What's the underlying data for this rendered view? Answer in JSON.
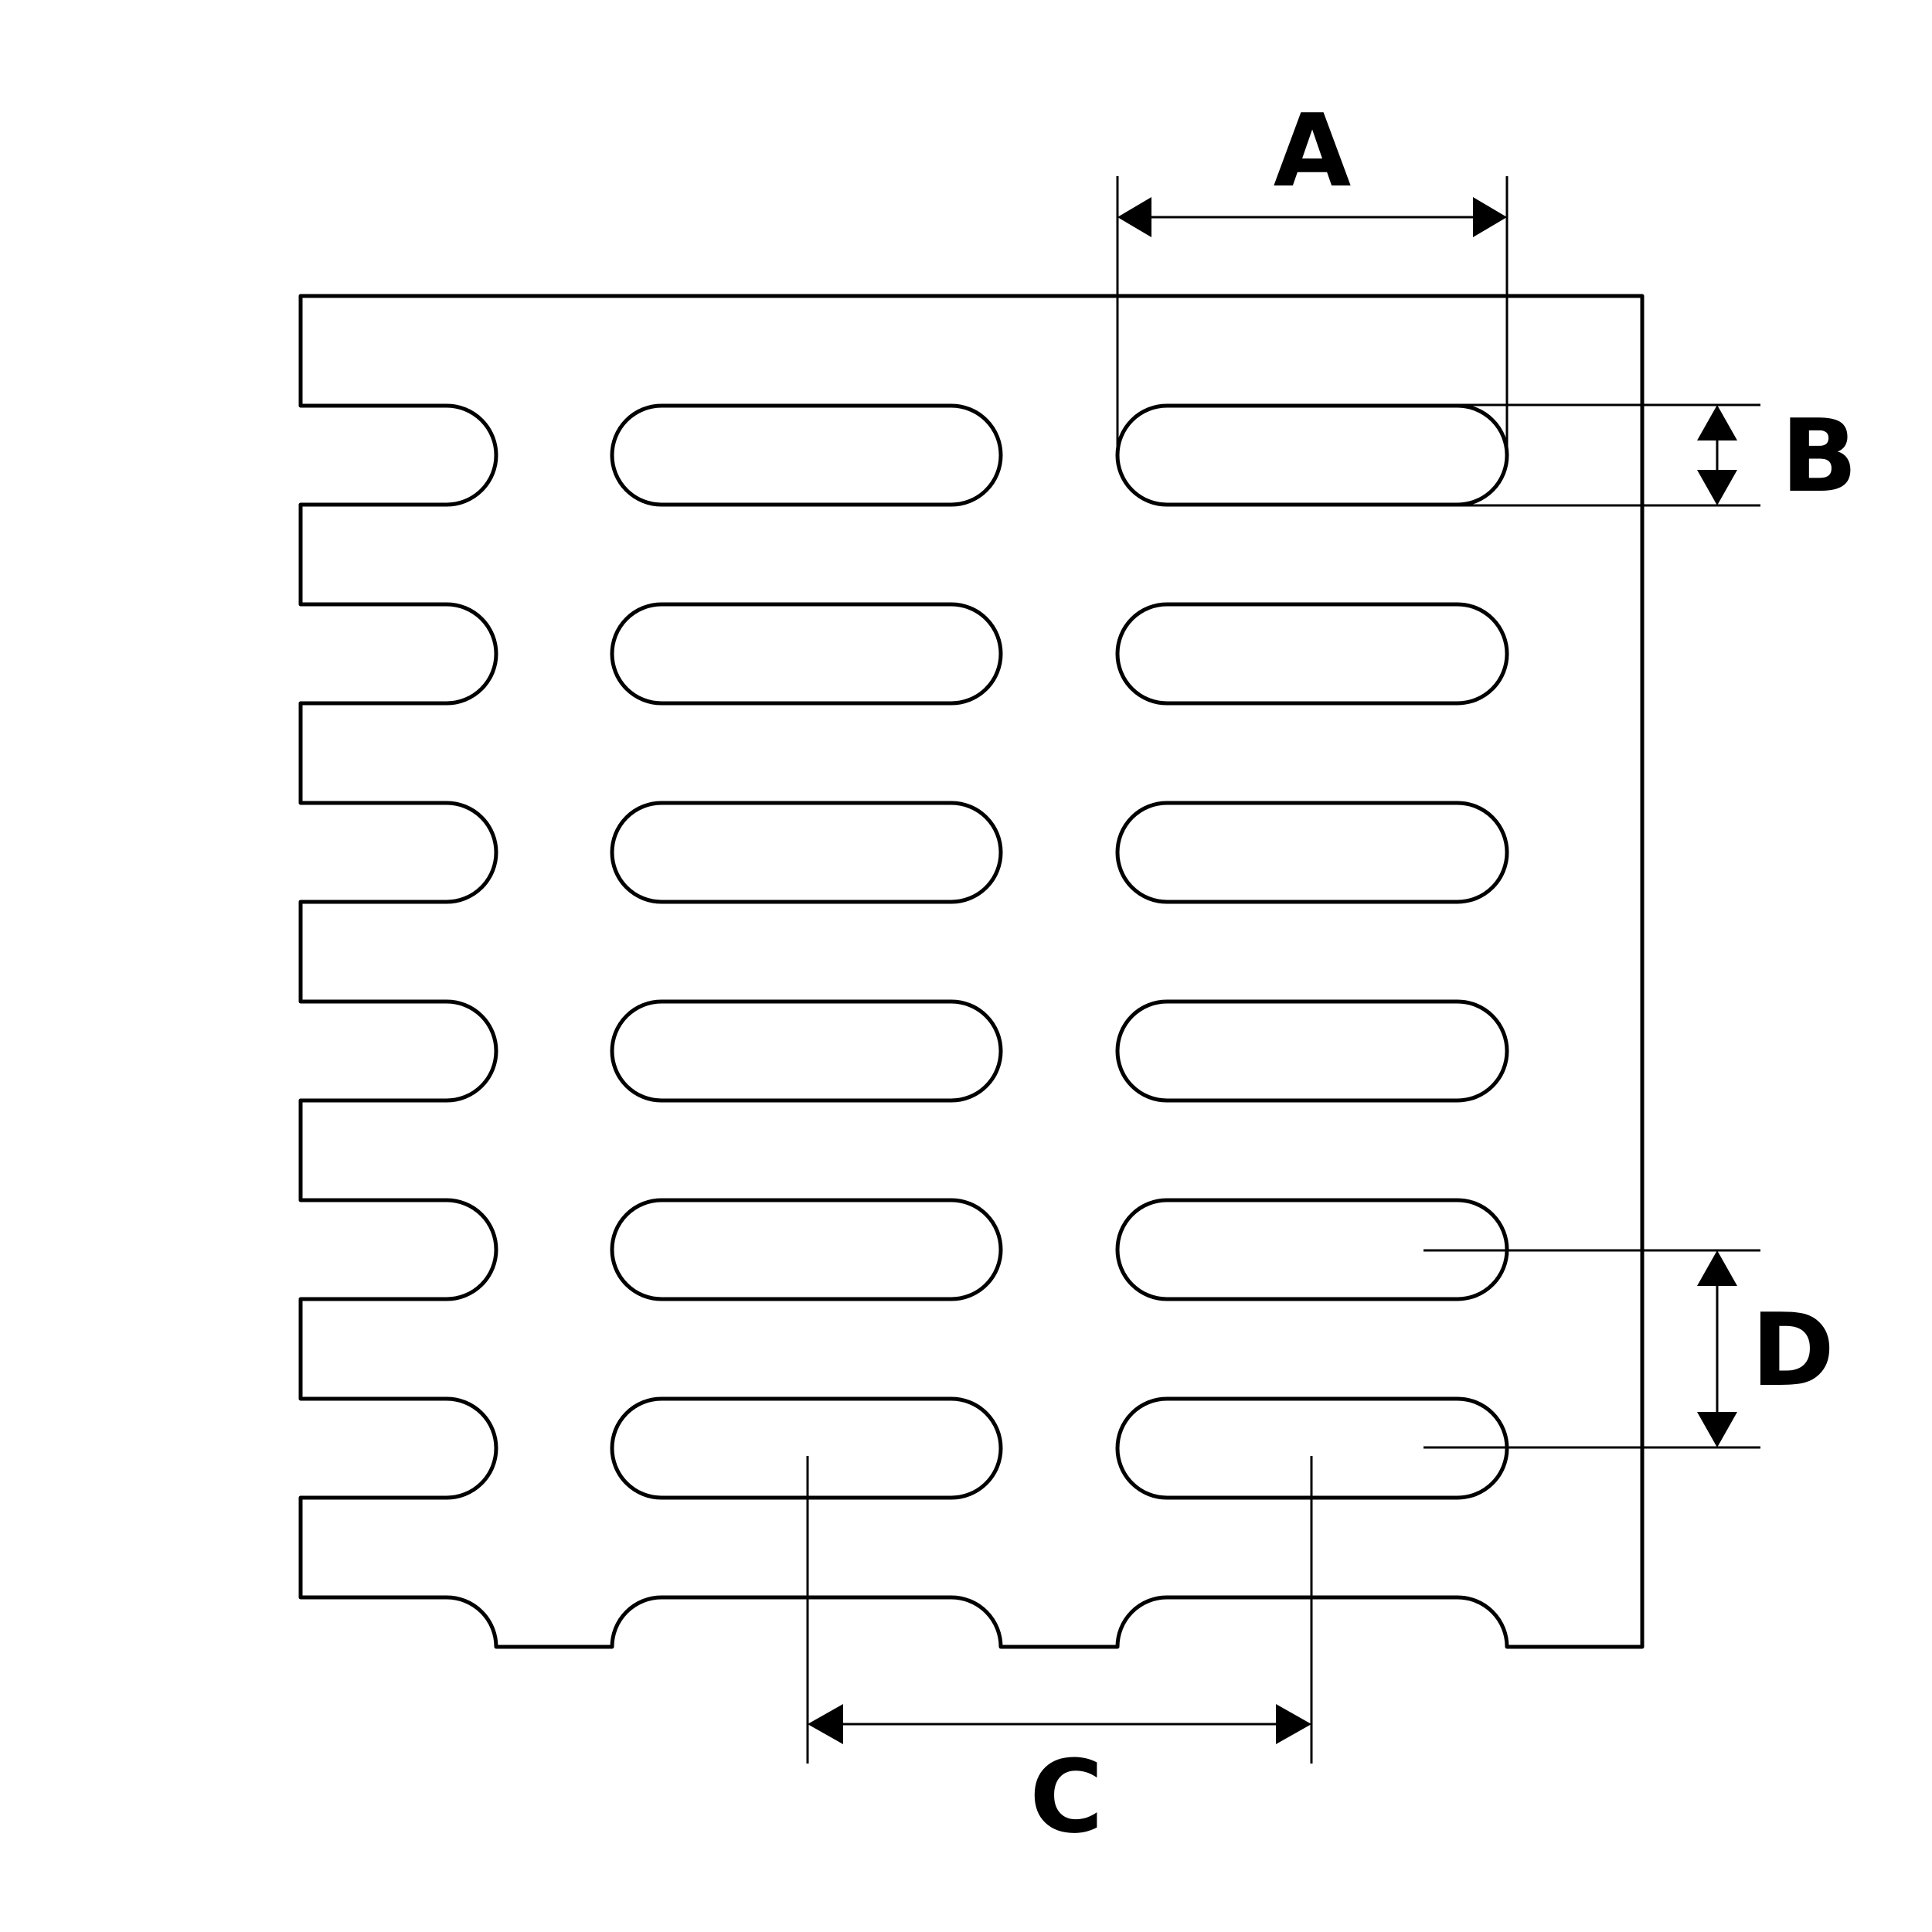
{
  "diagram": {
    "title": "",
    "labels": {
      "a": "A",
      "b": "B",
      "c": "C",
      "d": "D"
    },
    "pattern": {
      "slot_columns": 2,
      "slot_rows": 6,
      "edge_half_slots": 6,
      "bottom_half_slots": 2
    },
    "colors": {
      "stroke": "#000000",
      "background": "#ffffff"
    }
  }
}
